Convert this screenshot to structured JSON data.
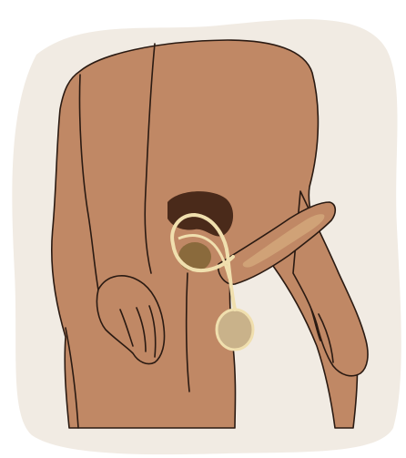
{
  "illustration": {
    "subject": "anatomy-illustration-pelvis-side-view",
    "palette": {
      "background_blob": "#f1ebe3",
      "skin": "#c08865",
      "outline": "#2a1a12",
      "cavity": "#4a2a1a",
      "duct": "#f0dfae",
      "gland": "#8a6a3c",
      "testis": "#c9b28a",
      "erectile_tissue": "#d2a77a"
    },
    "icons": [
      "body-silhouette",
      "bladder-cavity",
      "prostate-gland",
      "vas-deferens",
      "testis",
      "penis-shaft"
    ]
  }
}
